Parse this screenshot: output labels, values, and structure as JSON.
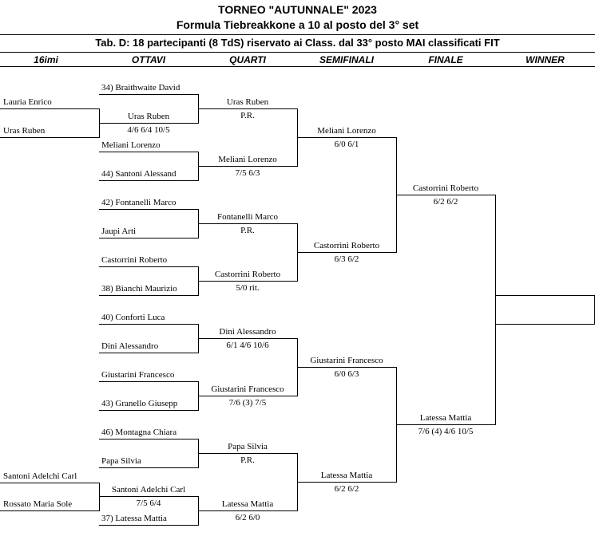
{
  "title": "TORNEO  \"AUTUNNALE\"  2023",
  "subtitle": "Formula Tiebreakkone a 10 al posto del 3° set",
  "tab_info": "Tab. D: 18 partecipanti (8 TdS) riservato ai Class. dal 33° posto MAI classificati FIT",
  "columns": [
    "16imi",
    "OTTAVI",
    "QUARTI",
    "SEMIFINALI",
    "FINALE",
    "WINNER"
  ],
  "r16": [
    {
      "name": "Lauria Enrico"
    },
    {
      "name": "Uras Ruben"
    },
    {
      "name": "Santoni Adelchi Carl"
    },
    {
      "name": "Rossato Maria Sole"
    }
  ],
  "ottavi": [
    {
      "name": "34) Braithwaite David"
    },
    {
      "name": "Uras Ruben",
      "score": "4/6  6/4  10/5"
    },
    {
      "name": "Meliani Lorenzo"
    },
    {
      "name": "44) Santoni Alessand"
    },
    {
      "name": "42) Fontanelli Marco"
    },
    {
      "name": "Jaupi Arti"
    },
    {
      "name": "Castorrini Roberto"
    },
    {
      "name": "38) Bianchi Maurizio"
    },
    {
      "name": "40) Conforti Luca"
    },
    {
      "name": "Dini Alessandro"
    },
    {
      "name": "Giustarini Francesco"
    },
    {
      "name": "43) Granello Giusepp"
    },
    {
      "name": "46) Montagna Chiara"
    },
    {
      "name": "Papa Silvia"
    },
    {
      "name": "Santoni Adelchi Carl",
      "score": "7/5  6/4"
    },
    {
      "name": "37) Latessa Mattia"
    }
  ],
  "quarti": [
    {
      "name": "Uras Ruben",
      "score": "P.R."
    },
    {
      "name": "Meliani Lorenzo",
      "score": "7/5  6/3"
    },
    {
      "name": "Fontanelli Marco",
      "score": "P.R."
    },
    {
      "name": "Castorrini Roberto",
      "score": "5/0  rit."
    },
    {
      "name": "Dini Alessandro",
      "score": "6/1  4/6  10/6"
    },
    {
      "name": "Giustarini Francesco",
      "score": "7/6  (3)  7/5"
    },
    {
      "name": "Papa Silvia",
      "score": "P.R."
    },
    {
      "name": "Latessa Mattia",
      "score": "6/2  6/0"
    }
  ],
  "semi": [
    {
      "name": "Meliani Lorenzo",
      "score": "6/0  6/1"
    },
    {
      "name": "Castorrini Roberto",
      "score": "6/3  6/2"
    },
    {
      "name": "Giustarini Francesco",
      "score": "6/0  6/3"
    },
    {
      "name": "Latessa Mattia",
      "score": "6/2  6/2"
    }
  ],
  "finale": [
    {
      "name": "Castorrini Roberto",
      "score": "6/2  6/2"
    },
    {
      "name": "Latessa Mattia",
      "score": "7/6 (4)  4/6  10/5"
    }
  ],
  "winner": {
    "name": ""
  }
}
